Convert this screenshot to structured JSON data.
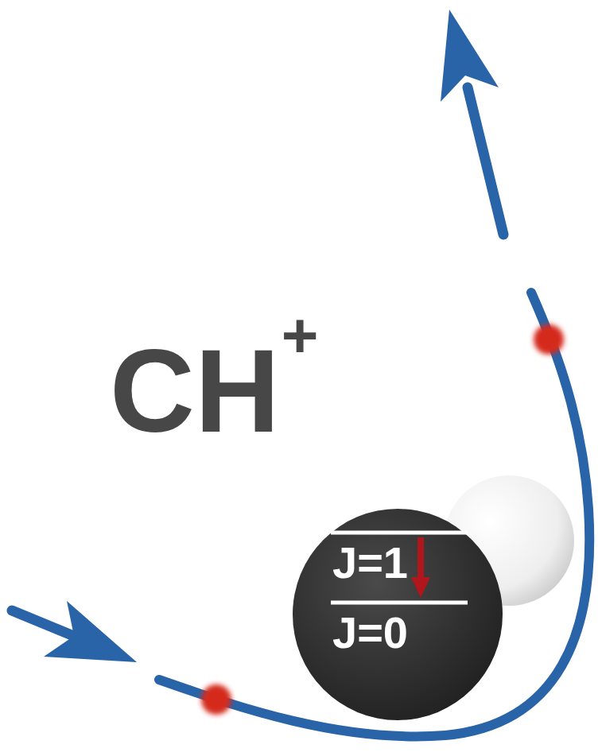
{
  "diagram": {
    "nodes": [
      {
        "text": [
          "J=1",
          "J=0"
        ]
      }
    ],
    "labels": [
      "CH",
      "+"
    ]
  }
}
